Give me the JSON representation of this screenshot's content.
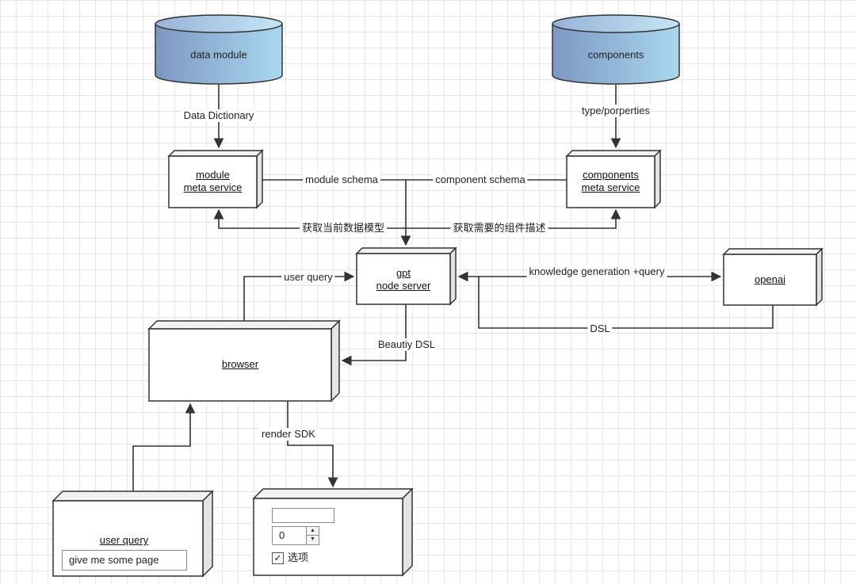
{
  "nodes": {
    "data_module": "data module",
    "components": "components",
    "module_meta": {
      "line1": "module",
      "line2": "meta service"
    },
    "components_meta": {
      "line1": "components",
      "line2": "meta service"
    },
    "gpt": {
      "line1": "gpt",
      "line2": "node server"
    },
    "openai": "openai",
    "browser": "browser",
    "user_query": "user query"
  },
  "edges": {
    "data_dictionary": "Data Dictionary",
    "type_properties": "type/porperties",
    "module_schema": "module schema",
    "component_schema": "component schema",
    "get_data_model": "获取当前数据模型",
    "get_component_desc": "获取需要的组件描述",
    "user_query": "user query",
    "knowledge_generation": "knowledge generation +query",
    "dsl": "DSL",
    "beautiy_dsl": "Beautiy DSL",
    "render_sdk": "render SDK"
  },
  "user_query_input": {
    "value": "give me some page"
  },
  "render_widget": {
    "text_value": "",
    "stepper_value": "0",
    "stepper_up": "▲",
    "stepper_down": "▼",
    "checkbox_mark": "✓",
    "checkbox_label": "选项"
  },
  "colors": {
    "cylinder_left": "#7e97c2",
    "cylinder_right": "#a9d8ee",
    "box_side": "#e4e4e4",
    "line": "#333333"
  }
}
